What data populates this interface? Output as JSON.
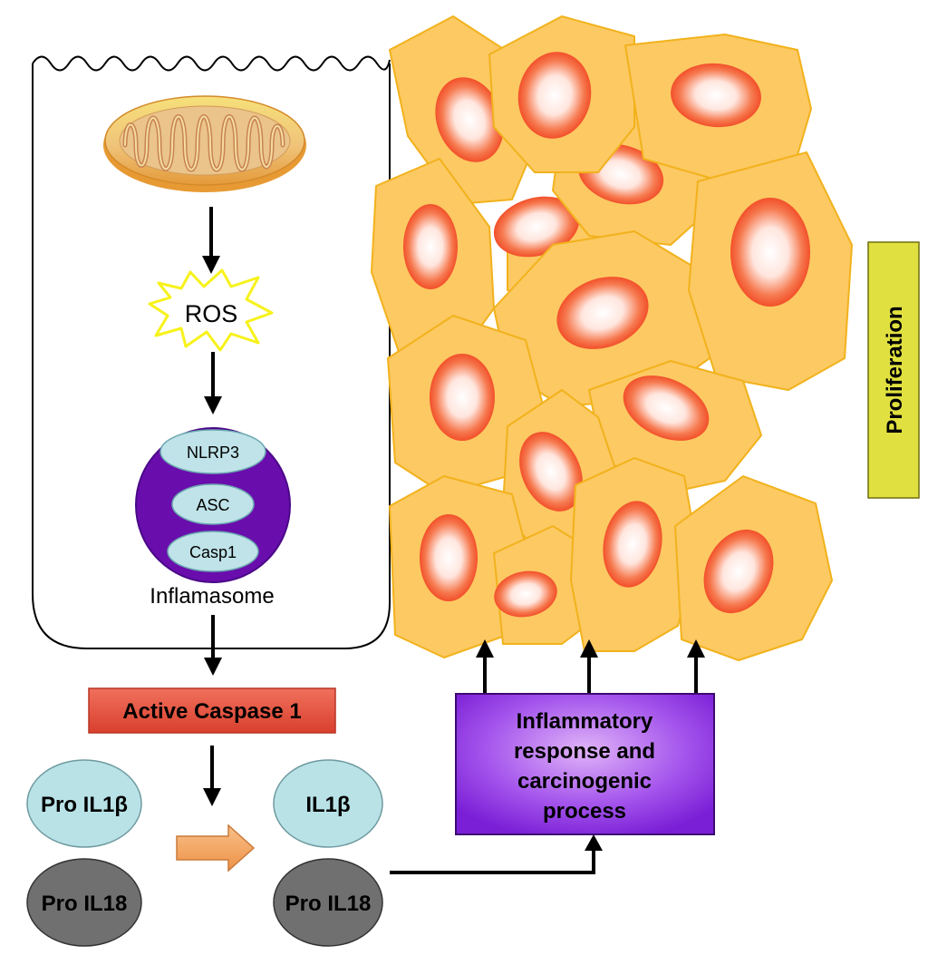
{
  "labels": {
    "ros": "ROS",
    "nlrp3": "NLRP3",
    "asc": "ASC",
    "casp1": "Casp1",
    "inflammasome": "Inflamasome",
    "active_caspase": "Active Caspase 1",
    "pro_il1b": "Pro IL1β",
    "pro_il18_left": "Pro IL18",
    "il1b": "IL1β",
    "pro_il18_right": "Pro IL18",
    "inflammatory_line1": "Inflammatory",
    "inflammatory_line2": "response and",
    "inflammatory_line3": "carcinogenic",
    "inflammatory_line4": "process",
    "proliferation": "Proliferation"
  },
  "colors": {
    "cell_fill": "#fcc963",
    "cell_stroke": "#f2b21c",
    "nucleus_outer": "#f4572a",
    "nucleus_inner": "#ffffff",
    "ros_stroke": "#f7f21b",
    "inflammasome_purple": "#6a0dad",
    "inflammasome_oval": "#bfe3e8",
    "active_caspase_fill": "#e8503c",
    "il_light": "#b9e2e7",
    "il_dark": "#707070",
    "process_box": "#8b2be2",
    "proliferation_box": "#e0e040",
    "transform_arrow": "#f5a860"
  }
}
